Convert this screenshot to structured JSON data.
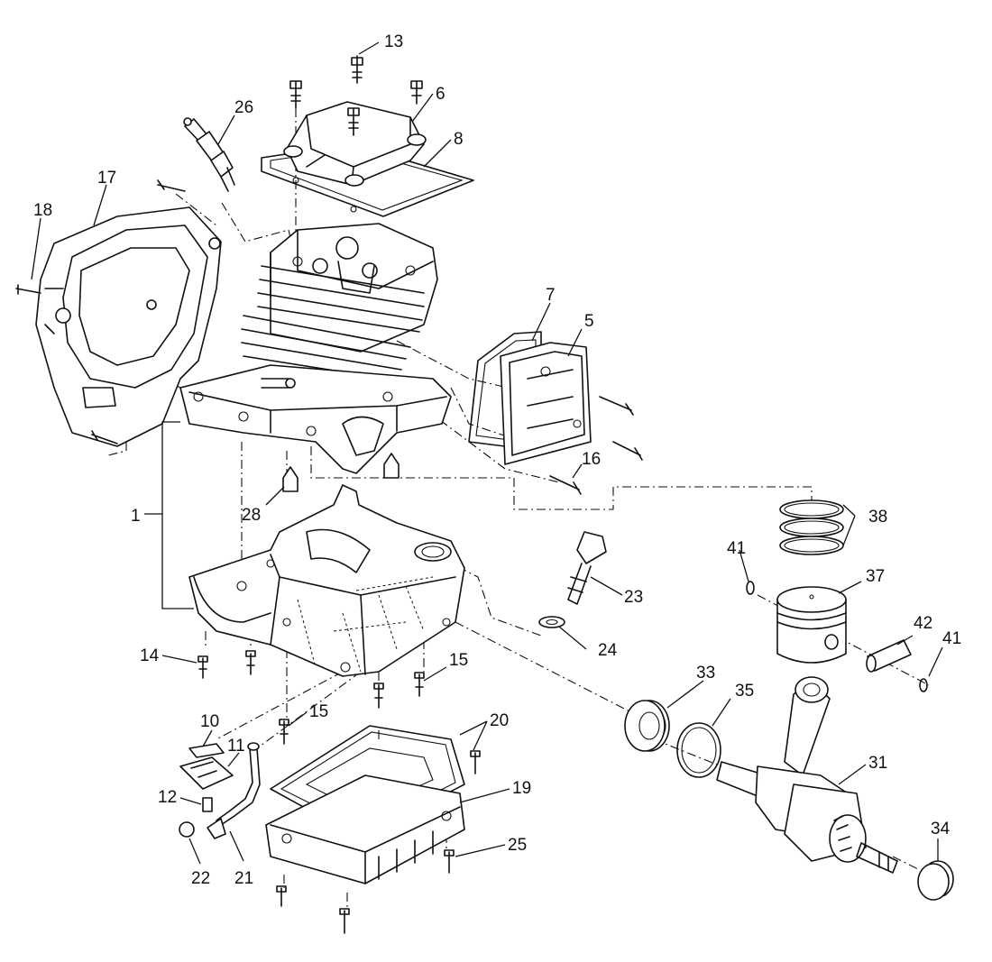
{
  "diagram": {
    "type": "exploded-parts-view",
    "callouts": [
      {
        "id": "c13",
        "text": "13"
      },
      {
        "id": "c6",
        "text": "6"
      },
      {
        "id": "c8",
        "text": "8"
      },
      {
        "id": "c26",
        "text": "26"
      },
      {
        "id": "c17",
        "text": "17"
      },
      {
        "id": "c18",
        "text": "18"
      },
      {
        "id": "c7",
        "text": "7"
      },
      {
        "id": "c5",
        "text": "5"
      },
      {
        "id": "c16",
        "text": "16"
      },
      {
        "id": "c1",
        "text": "1"
      },
      {
        "id": "c28",
        "text": "28"
      },
      {
        "id": "c38",
        "text": "38"
      },
      {
        "id": "c41a",
        "text": "41"
      },
      {
        "id": "c37",
        "text": "37"
      },
      {
        "id": "c23",
        "text": "23"
      },
      {
        "id": "c42",
        "text": "42"
      },
      {
        "id": "c41b",
        "text": "41"
      },
      {
        "id": "c24",
        "text": "24"
      },
      {
        "id": "c14",
        "text": "14"
      },
      {
        "id": "c15a",
        "text": "15"
      },
      {
        "id": "c33",
        "text": "33"
      },
      {
        "id": "c35",
        "text": "35"
      },
      {
        "id": "c10",
        "text": "10"
      },
      {
        "id": "c15b",
        "text": "15"
      },
      {
        "id": "c20",
        "text": "20"
      },
      {
        "id": "c11",
        "text": "11"
      },
      {
        "id": "c31",
        "text": "31"
      },
      {
        "id": "c12",
        "text": "12"
      },
      {
        "id": "c19",
        "text": "19"
      },
      {
        "id": "c34",
        "text": "34"
      },
      {
        "id": "c25",
        "text": "25"
      },
      {
        "id": "c22",
        "text": "22"
      },
      {
        "id": "c21",
        "text": "21"
      }
    ]
  }
}
